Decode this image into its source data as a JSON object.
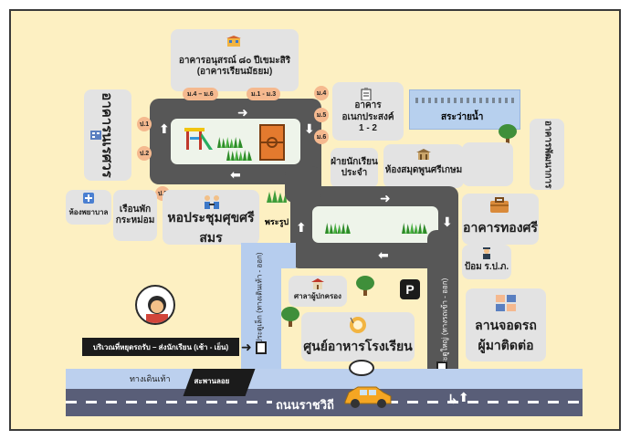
{
  "buildings": {
    "anusorn": "อาคารอนุสรณ์ ๘๐ ปีเขมะสิริ",
    "anusorn_sub": "(อาคารเรียนมัธยม)",
    "nareswara": "อาคารนเรศวร",
    "anek": "อาคารอเนกประสงค์",
    "anek_sub": "1 - 2",
    "pool": "สระว่ายน้ำ",
    "pattana": "อาคารพัฒนาการ",
    "kaeng": "ฝ่ายนักเรียน",
    "kaeng_sub": "ประจำ",
    "library": "ห้องสมุดพูนศรีเกษม",
    "nurse": "ห้องพยาบาล",
    "rhueanphak": "เรือนพัก",
    "rhueanphak_sub": "กระหม่อม",
    "hall": "หอประชุมศุขศรีสมร",
    "buddha": "พระรูป",
    "thongsri": "อาคารทองศรี",
    "guard": "ป้อม ร.ป.ภ.",
    "parents": "ศาลาผู้ปกครอง",
    "canteen": "ศูนย์อาหารโรงเรียน",
    "parking": "ลานจอดรถ",
    "parking_sub": "ผู้มาติดต่อ"
  },
  "zone_tags": {
    "m4_6": "ม.4 – ม.6",
    "m1_3": "ม.1 - ม.3",
    "p1": "ป.1",
    "p2": "ป.2",
    "p3": "ป.3",
    "m4": "ม.4",
    "m5": "ม.5",
    "m6": "ม.6"
  },
  "gates": {
    "small_gate": "ประตูเล็ก",
    "small_gate_sub": "(ทางเดินเท้า - ออก)",
    "big_gate": "ประตูใหญ่ (ทางรถเข้า - ออก)"
  },
  "dropoff": {
    "label": "บริเวณที่หยุดรถรับ – ส่งนักเรียน (เช้า - เย็น)"
  },
  "street": {
    "name": "ถนนราชวิถี",
    "sidewalk": "ทางเดินเท้า",
    "bridge": "สะพานลอย"
  },
  "parking_sign": "P",
  "colors": {
    "background": "#fdf0c2",
    "building": "#e3e3e3",
    "road": "#575757",
    "zone_tag": "#f5b98f",
    "pool": "#b7d0ee"
  }
}
